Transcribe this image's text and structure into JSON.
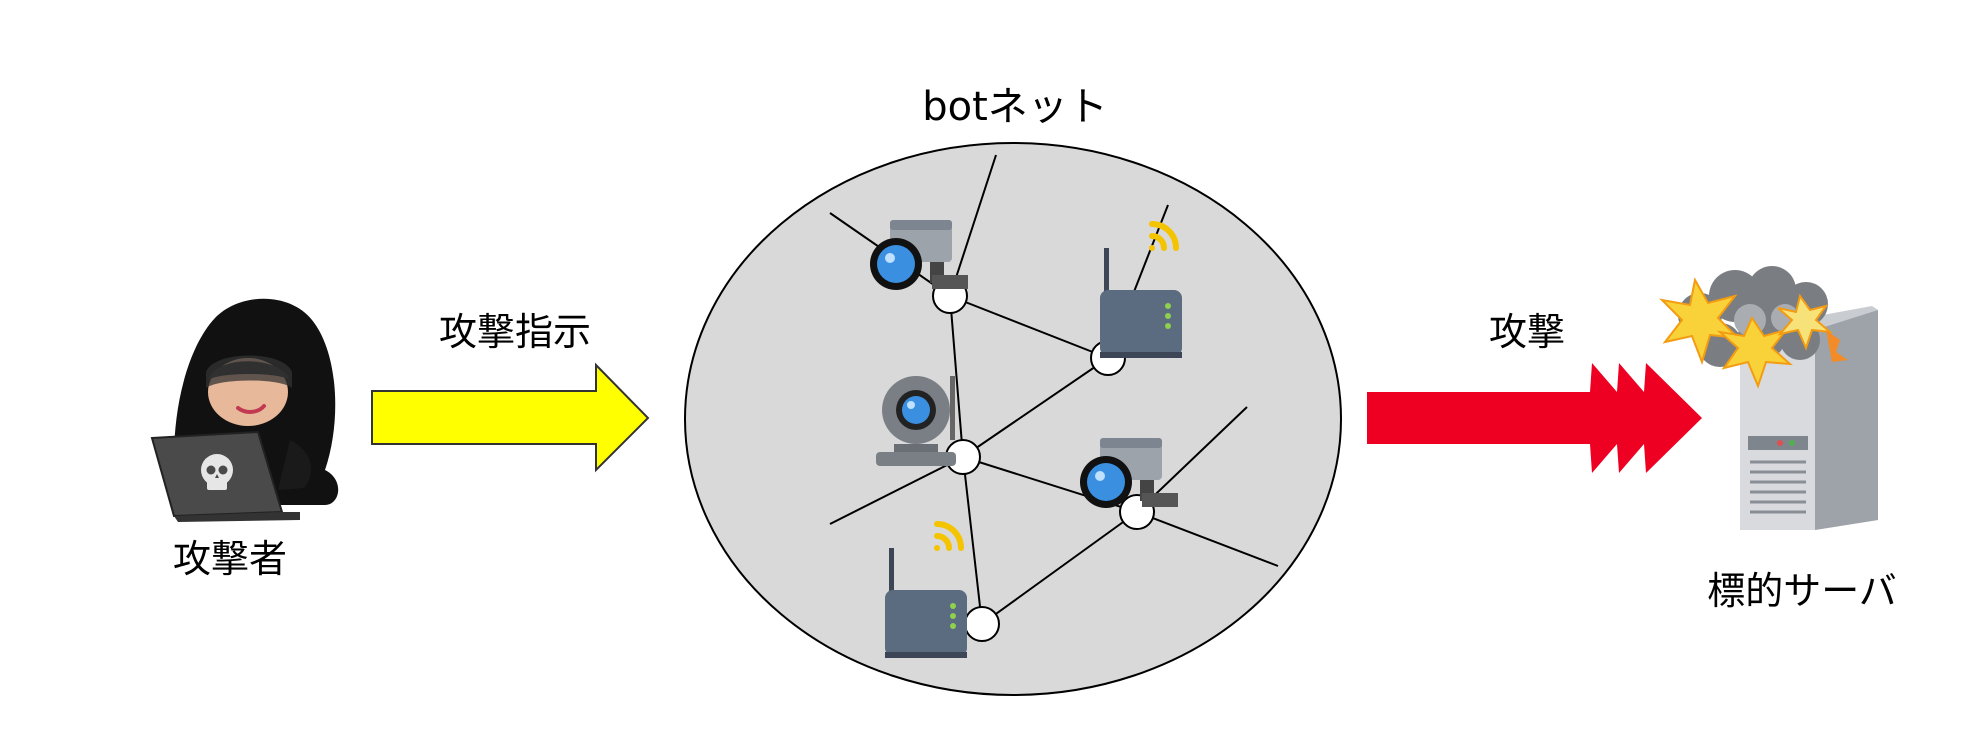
{
  "diagram": {
    "attacker_label": "攻撃者",
    "instruction_label": "攻撃指示",
    "botnet_label": "botネット",
    "attack_label": "攻撃",
    "target_label": "標的サーバ"
  },
  "colors": {
    "instruction_arrow": "#ffff00",
    "attack_arrow": "#ee0022",
    "botnet_fill": "#d9d9d9",
    "device_body": "#5b6b80",
    "camera_lens": "#3a8fe0",
    "wifi_signal": "#f5c400",
    "explosion": "#f9d23a"
  },
  "icons": {
    "attacker": "hooded-hacker-with-laptop-icon",
    "camera": "security-camera-icon",
    "router": "wifi-router-icon",
    "webcam": "webcam-icon",
    "server": "exploding-server-icon"
  }
}
